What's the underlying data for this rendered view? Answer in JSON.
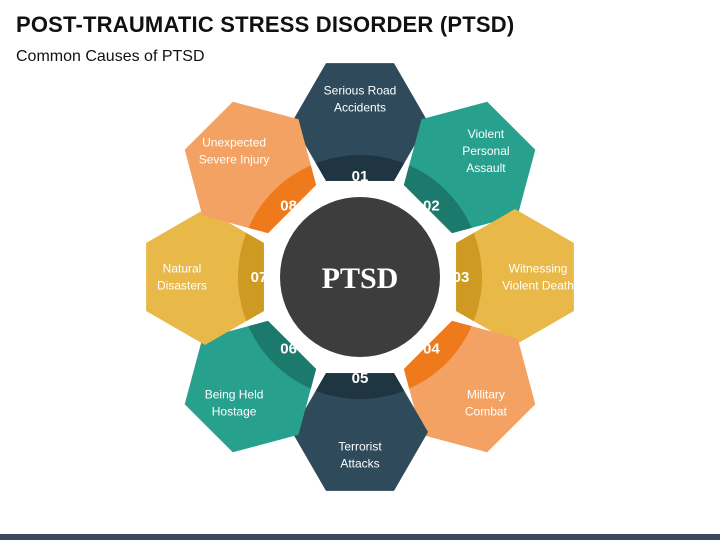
{
  "header": {
    "title": "POST-TRAUMATIC STRESS DISORDER (PTSD)",
    "subtitle": "Common Causes of PTSD"
  },
  "center": {
    "label": "PTSD",
    "color": "#3d3d3d"
  },
  "causes": [
    {
      "number": "01",
      "lines": [
        "Serious Road",
        "Accidents"
      ],
      "color": "#2e4a5b",
      "band_color": "#1f3542"
    },
    {
      "number": "02",
      "lines": [
        "Violent",
        "Personal",
        "Assault"
      ],
      "color": "#27a08e",
      "band_color": "#1c7a6c"
    },
    {
      "number": "03",
      "lines": [
        "Witnessing",
        "Violent Death"
      ],
      "color": "#e8b949",
      "band_color": "#cf9a22"
    },
    {
      "number": "04",
      "lines": [
        "Military",
        "Combat"
      ],
      "color": "#f4a263",
      "band_color": "#ee7a1c"
    },
    {
      "number": "05",
      "lines": [
        "Terrorist",
        "Attacks"
      ],
      "color": "#2e4a5b",
      "band_color": "#1f3542"
    },
    {
      "number": "06",
      "lines": [
        "Being Held",
        "Hostage"
      ],
      "color": "#27a08e",
      "band_color": "#1c7a6c"
    },
    {
      "number": "07",
      "lines": [
        "Natural",
        "Disasters"
      ],
      "color": "#e8b949",
      "band_color": "#cf9a22"
    },
    {
      "number": "08",
      "lines": [
        "Unexpected",
        "Severe Injury"
      ],
      "color": "#f4a263",
      "band_color": "#ee7a1c"
    }
  ]
}
